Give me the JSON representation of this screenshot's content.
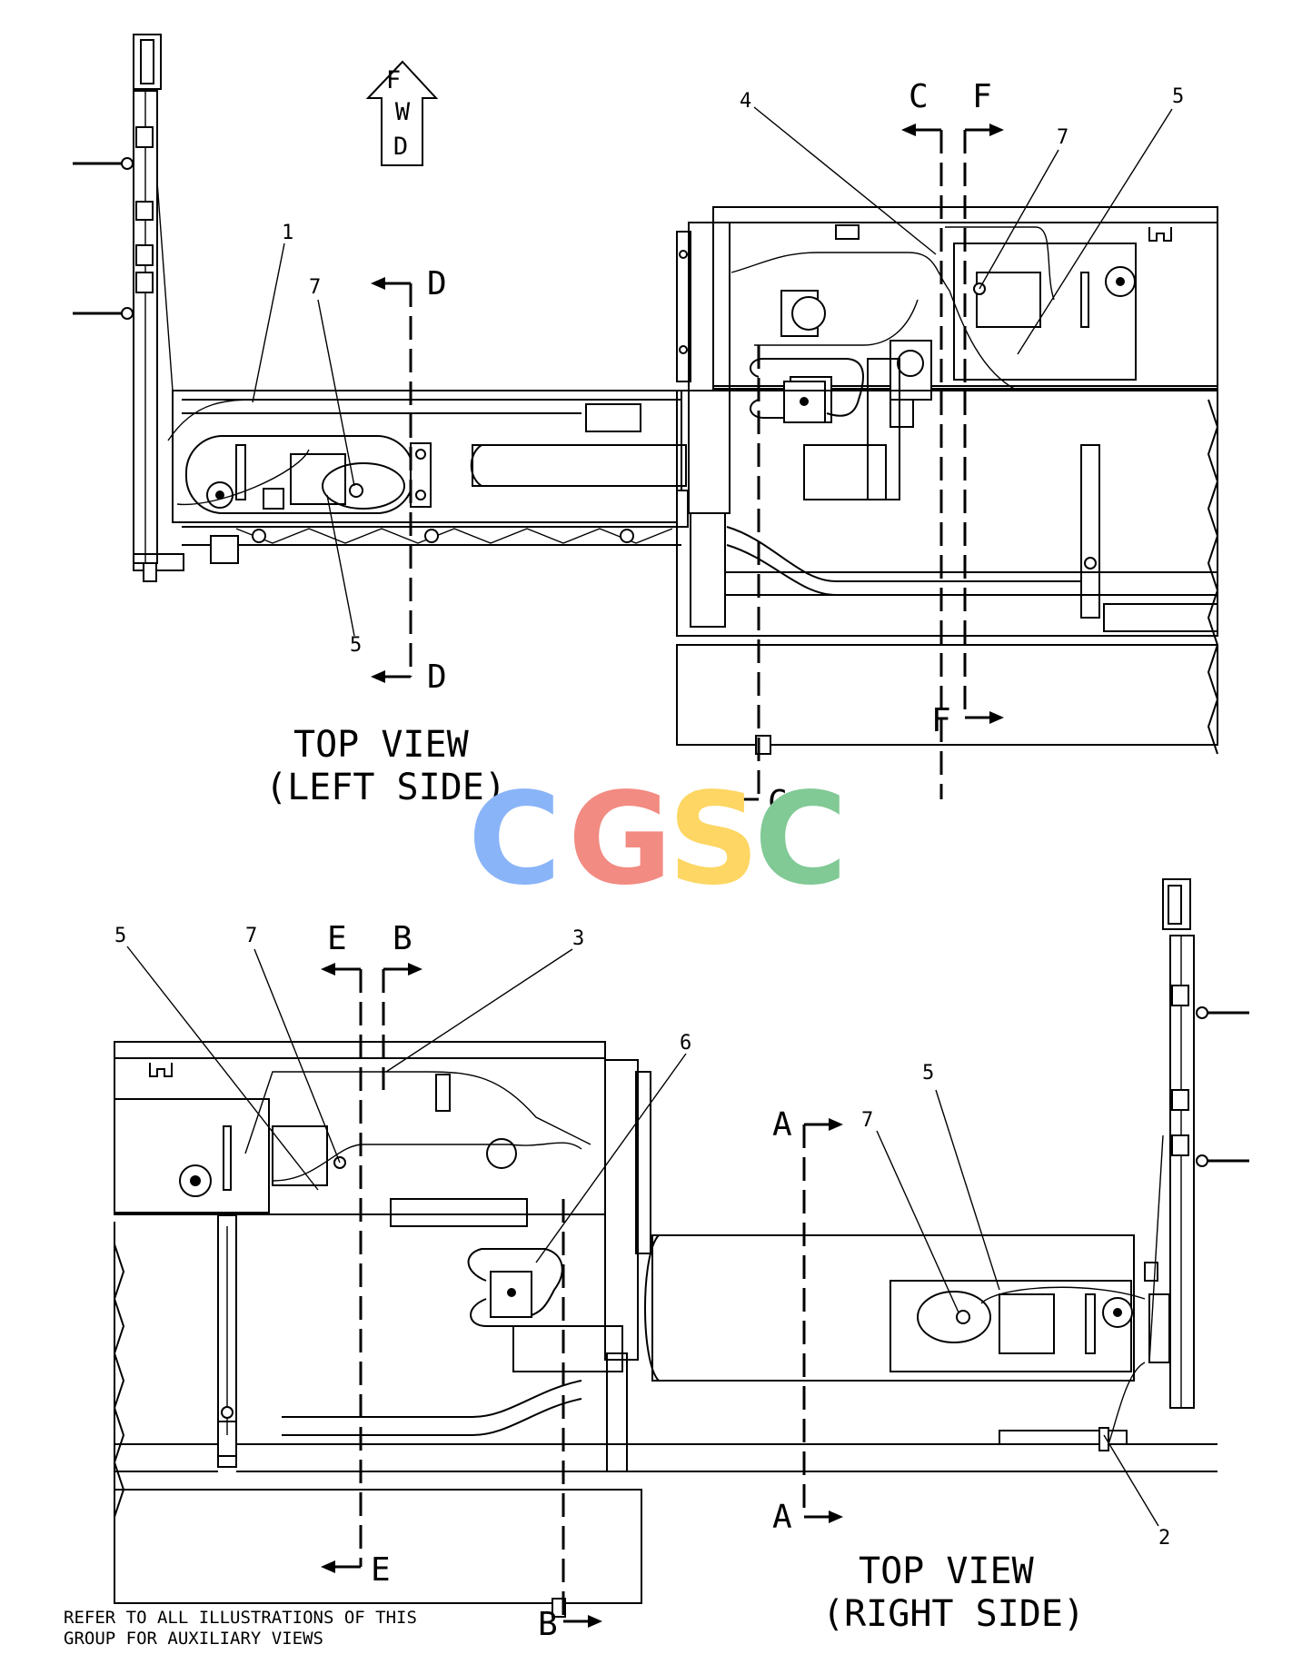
{
  "top_view_left": {
    "title_line1": "TOP VIEW",
    "title_line2": "(LEFT SIDE)",
    "fwd": [
      "F",
      "W",
      "D"
    ],
    "callouts": [
      "1",
      "7",
      "5",
      "4",
      "7",
      "5"
    ],
    "sections": [
      "D",
      "D",
      "C",
      "F",
      "C",
      "F"
    ]
  },
  "top_view_right": {
    "title_line1": "TOP VIEW",
    "title_line2": "(RIGHT SIDE)",
    "callouts": [
      "5",
      "7",
      "3",
      "6",
      "5",
      "7",
      "2"
    ],
    "sections": [
      "E",
      "B",
      "A",
      "A",
      "E",
      "B"
    ]
  },
  "watermark": {
    "letters": [
      "C",
      "G",
      "S",
      "C"
    ],
    "colors": [
      "#8ab4f8",
      "#f28b82",
      "#fdd663",
      "#81c995"
    ]
  },
  "note": {
    "line1": "REFER TO ALL ILLUSTRATIONS OF THIS",
    "line2": "GROUP FOR AUXILIARY VIEWS"
  }
}
